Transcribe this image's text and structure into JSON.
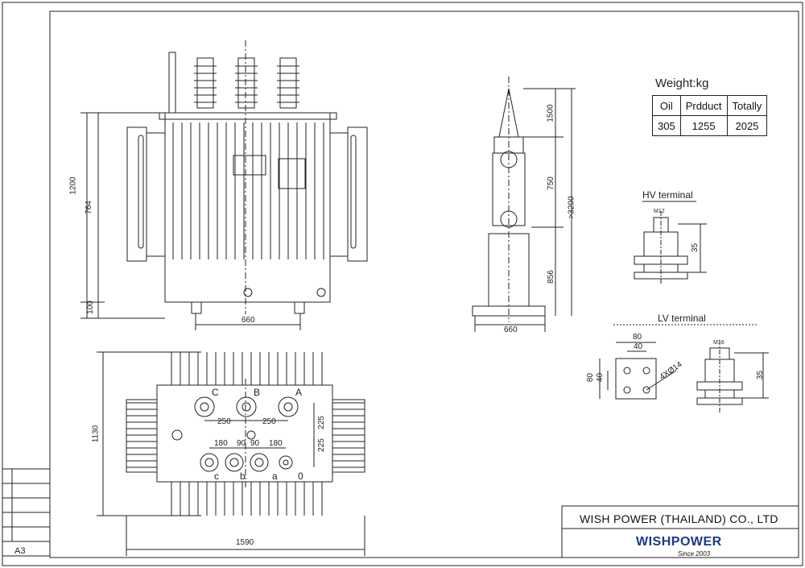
{
  "sheet": {
    "size_label": "A3"
  },
  "weight_table": {
    "title": "Weight:kg",
    "headers": [
      "Oil",
      "Prdduct",
      "Totally"
    ],
    "values": [
      "305",
      "1255",
      "2025"
    ]
  },
  "front_view": {
    "height_total": "1200",
    "height_body": "764",
    "height_base": "100",
    "base_width": "660"
  },
  "side_view": {
    "dim_top": "1500",
    "dim_mid": "750",
    "dim_lower": "856",
    "dim_total": ">3200",
    "base_width": "660"
  },
  "top_view": {
    "width": "1590",
    "depth": "1130",
    "hv_labels": [
      "C",
      "B",
      "A"
    ],
    "lv_labels": [
      "c",
      "b",
      "a",
      "0"
    ],
    "hv_spacing": [
      "250",
      "250"
    ],
    "lv_spacing": [
      "180",
      "90",
      "90",
      "180"
    ],
    "offsets": [
      "225",
      "225"
    ]
  },
  "hv_terminal": {
    "title": "HV terminal",
    "thread": "M12",
    "height": "35"
  },
  "lv_terminal": {
    "title": "LV terminal",
    "thread": "M16",
    "dim_w1": "80",
    "dim_w2": "40",
    "dim_h1": "80",
    "dim_h2": "40",
    "holes": "4XØ14",
    "height": "35"
  },
  "title_block": {
    "company": "WISH POWER (THAILAND) CO., LTD",
    "logo_text": "WISHPOWER",
    "since": "Since 2003"
  }
}
